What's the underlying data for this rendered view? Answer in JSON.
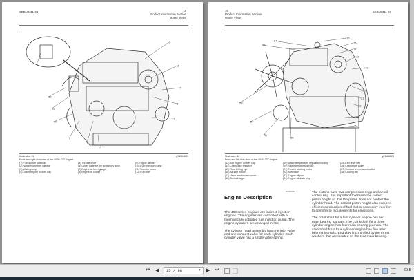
{
  "left_page": {
    "doc_id": "SEBU8311-03",
    "page_number": "15",
    "section": "Product Information Section",
    "subsection": "Model Views",
    "callouts": [
      "1",
      "2",
      "3",
      "4",
      "5",
      "6",
      "7",
      "8",
      "9",
      "10",
      "11",
      "12"
    ],
    "illustration_label": "Illustration 11",
    "graphic_id": "g01164651",
    "caption": "Front and right side view of the 404D-22T Engine",
    "legend": [
      [
        "(1) Fuel shutoff solenoid",
        "(2) Number one fuel injector",
        "(3) Water pump",
        "(4) Lower engine oil filler cap"
      ],
      [
        "(5) Throttle lever",
        "(6) Cover plate for the accessory drive",
        "(7) Engine oil level gauge",
        "(8) Engine oil cooler"
      ],
      [
        "(9) Engine oil filter",
        "(10) Fuel injection pump",
        "(11) Transfer pump",
        "(12) Fuel filter"
      ]
    ]
  },
  "right_page": {
    "doc_id": "SEBU8311-03",
    "page_number": "16",
    "section": "Product Information Section",
    "subsection": "Model Views",
    "callouts": [
      "13",
      "14",
      "15",
      "16",
      "17",
      "18",
      "19",
      "20",
      "21",
      "22",
      "23",
      "24",
      "25",
      "26",
      "27",
      "28"
    ],
    "illustration_label": "Illustration 12",
    "graphic_id": "g01186524",
    "caption": "Front and left side view of the 404D-22T Engine",
    "legend": [
      [
        "(13) Top engine oil filler cap",
        "(14) Crankcase breather",
        "(15) Rear Lifting eye",
        "(16) Air inlet elbow",
        "(17) Valve mechanism cover",
        "(18) Turbocharger"
      ],
      [
        "(19) Water temperature regulator housing",
        "(20) Starting motor solenoid",
        "(21) Electric starting motor",
        "(22) Alternator",
        "(23) Engine oil pan",
        "(24) Engine oil drain plug"
      ],
      [
        "(25) Fan drive belt",
        "(26) Crankshaft pulley",
        "(27) Coolant temperature switch",
        "(28) Cooling fan"
      ]
    ],
    "section_id": "i02360935",
    "heading": "Engine Description",
    "paragraphs_left": [
      "The 400 series engines are indirect injection engines. The engines are controlled with a mechanically actuated fuel injection pump. The engine cylinders are arranged in-line.",
      "The cylinder head assembly has one inlet valve and one exhaust valve for each cylinder. Each cylinder valve has a single valve spring."
    ],
    "paragraphs_right": [
      "The pistons have two compression rings and an oil control ring. It is important to ensure the correct piston height so that the piston does not contact the cylinder head. The correct piston height also ensures efficient combustion of fuel that is necessary in order to conform to requirements for emissions.",
      "The crankshaft for a two cylinder engine has two main bearing journals. The crankshaft for a three cylinder engine has four main bearing journals. The crankshaft for a four cylinder engine has five main bearing journals. End play is controlled by the thrust washers that are located on the rear main bearing."
    ]
  },
  "toolbar": {
    "first_page": "⏮",
    "prev_page": "◀",
    "page_value": "15 / 98",
    "dropdown": "▾",
    "next_page": "▶",
    "last_page": "⏭",
    "zoom": "69.5"
  }
}
